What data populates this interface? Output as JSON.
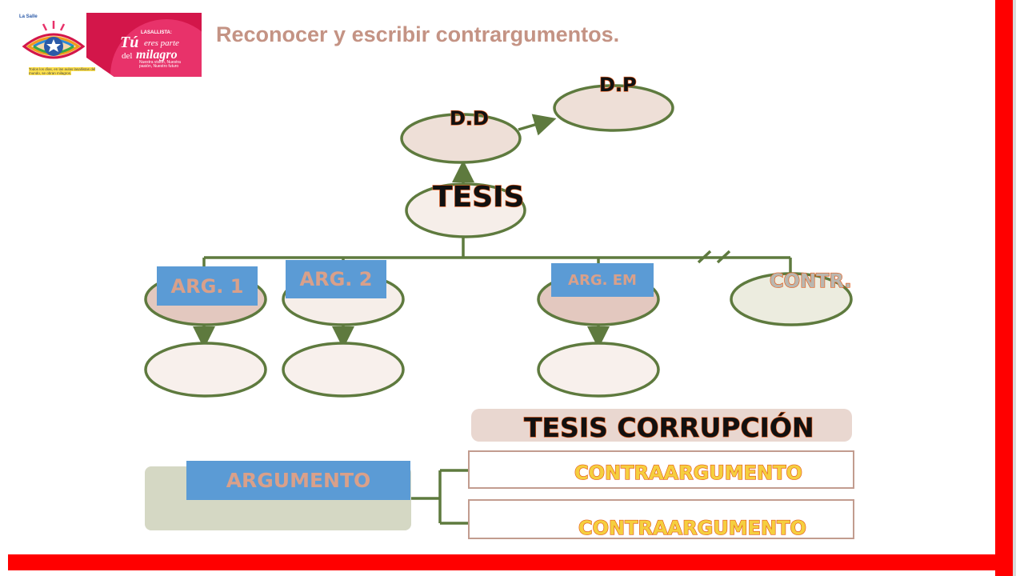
{
  "header": {
    "title": "Reconocer y escribir contrargumentos.",
    "logo_left": {
      "small_text": "La Salle",
      "motto": "Todos los días, en las aulas lasallistas del mundo, se obran milagros."
    },
    "logo_right": {
      "small": "LASALLISTA:",
      "line1_a": "Tú",
      "line1_b": "eres parte",
      "line2_a": "del",
      "line2_b": "milagro",
      "tagline": "Nuestra visión, Nuestra pasión, Nuestro futuro"
    }
  },
  "diagram": {
    "nodes": {
      "dd": "D.D",
      "dp": "D.P",
      "tesis": "TESIS",
      "arg1": "ARG. 1",
      "arg2": "ARG. 2",
      "argem": "ARG. EM",
      "contr": "CONTR."
    }
  },
  "bottom": {
    "tesis_corrupcion": "TESIS CORRUPCIÓN",
    "argumento": "ARGUMENTO",
    "contra_1": "CONTRAARGUMENTO",
    "contra_2": "CONTRAARGUMENTO"
  },
  "colors": {
    "frame_red": "#ff0000",
    "title_color": "#c49384",
    "connector_green": "#5e7a3e",
    "ellipse_fill": "#eedfd7",
    "ellipse_fill_dark": "#e3c8bf",
    "label_outline_orange": "#e65b1a",
    "blue_box": "#5b9bd5"
  }
}
